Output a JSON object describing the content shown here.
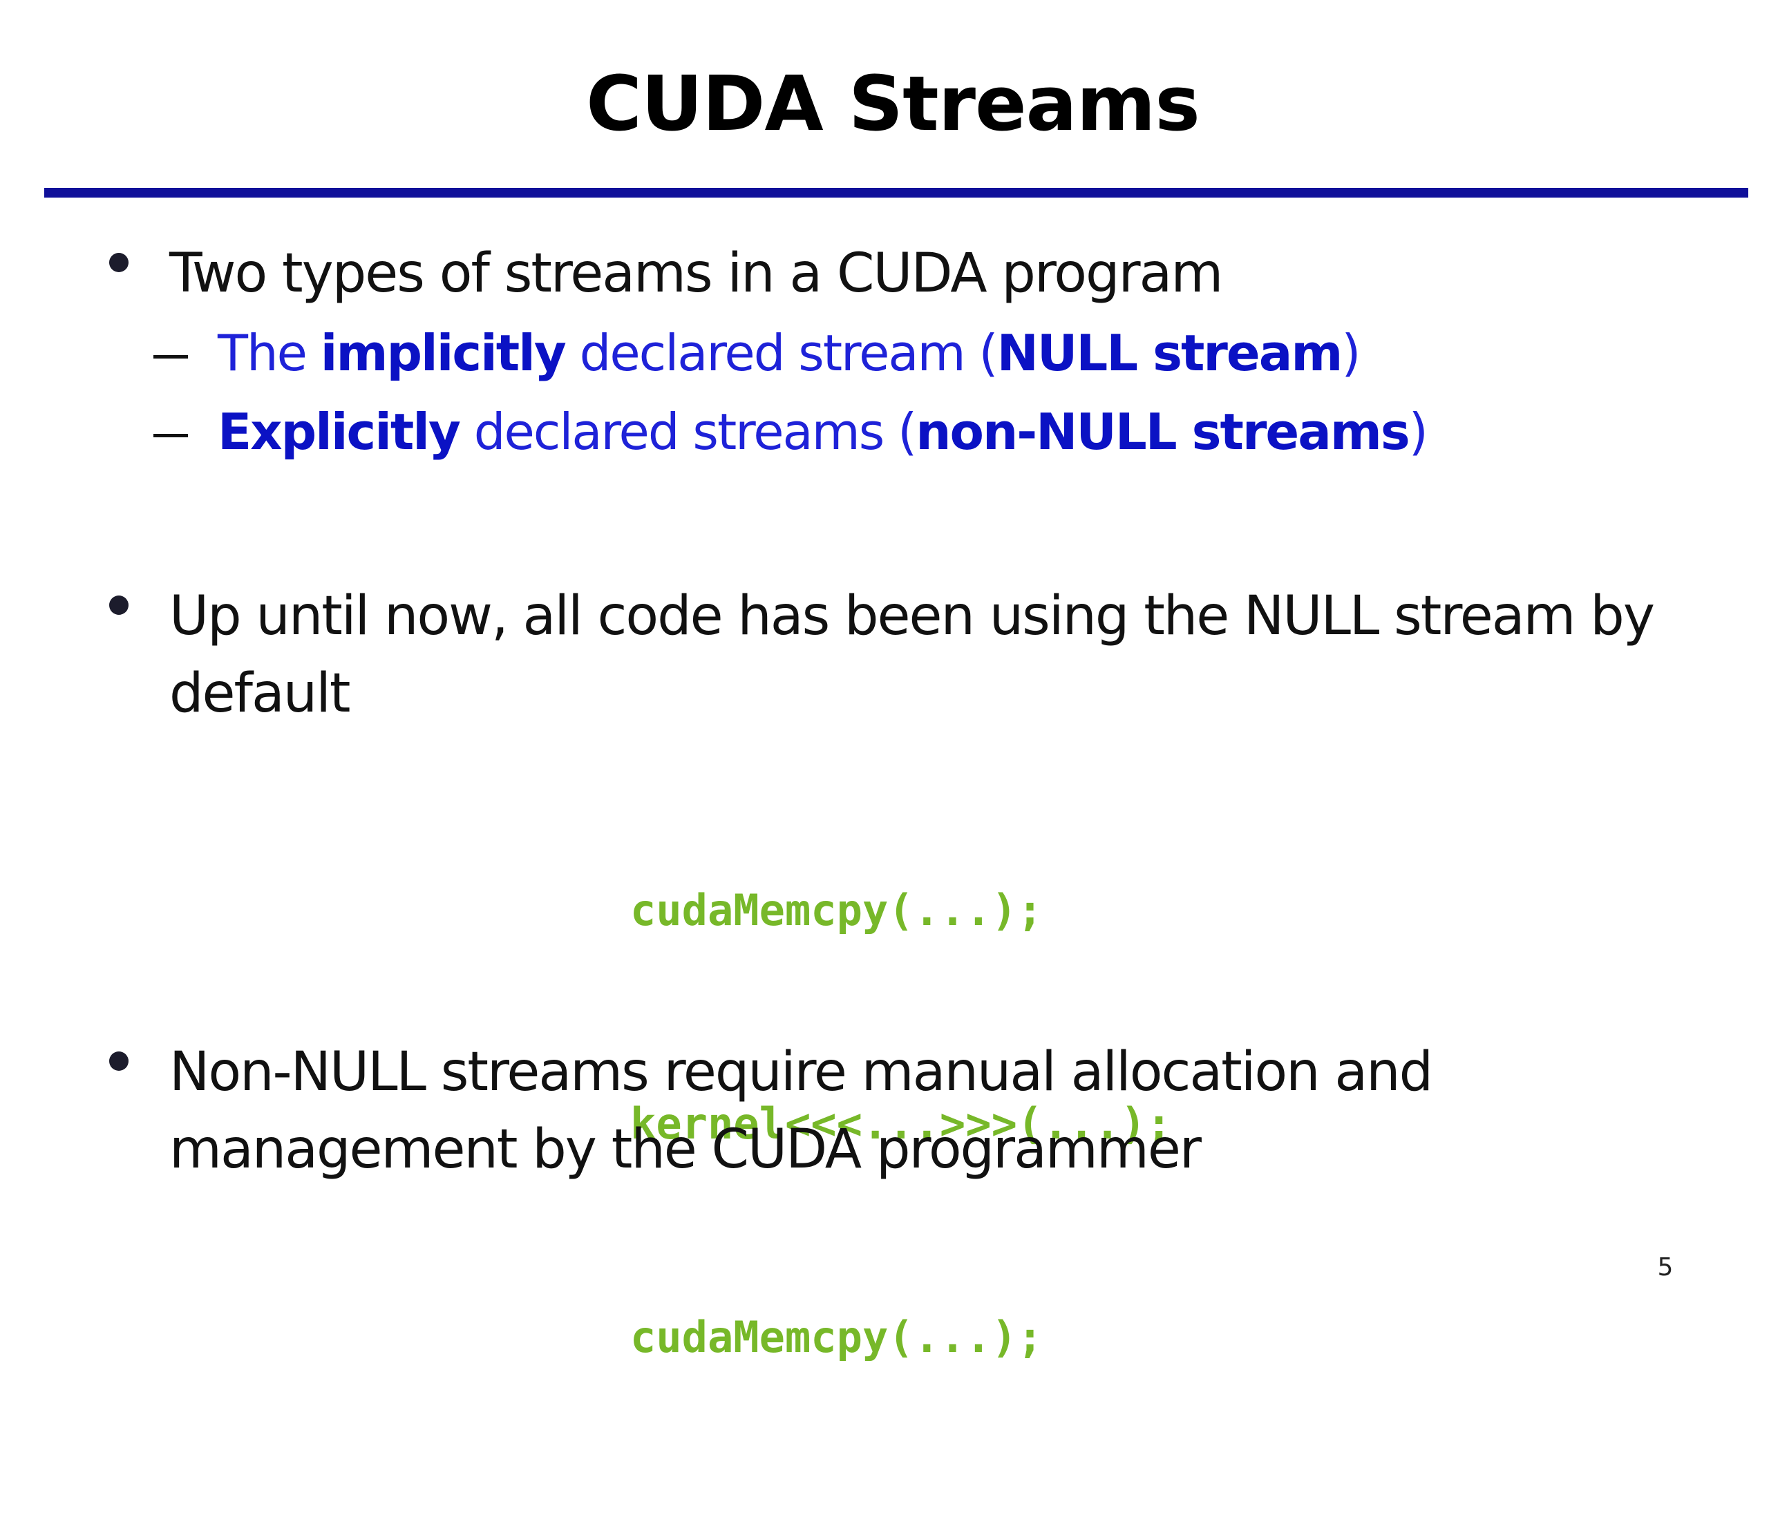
{
  "slide": {
    "title": "CUDA Streams",
    "page_number": "5"
  },
  "bullets": [
    {
      "text": "Two types of streams in a CUDA program",
      "sub_items": [
        {
          "pre": "The ",
          "bold1": "implicitly",
          "mid": " declared stream (",
          "bold2": "NULL stream",
          "post": ")"
        },
        {
          "pre": "",
          "bold1": "Explicitly",
          "mid": " declared streams (",
          "bold2": "non-NULL streams",
          "post": ")"
        }
      ]
    },
    {
      "line1": "Up until now, all code has been using the NULL stream by",
      "line2": "default"
    },
    {
      "line1": "Non-NULL streams require manual allocation and",
      "line2": "management by the CUDA programmer"
    }
  ],
  "code": [
    "cudaMemcpy(...);",
    "kernel<<<...>>>(...);",
    "cudaMemcpy(...);"
  ],
  "colors": {
    "rule": "#10109a",
    "sub_text": "#1e22d8",
    "code": "#77b829"
  }
}
